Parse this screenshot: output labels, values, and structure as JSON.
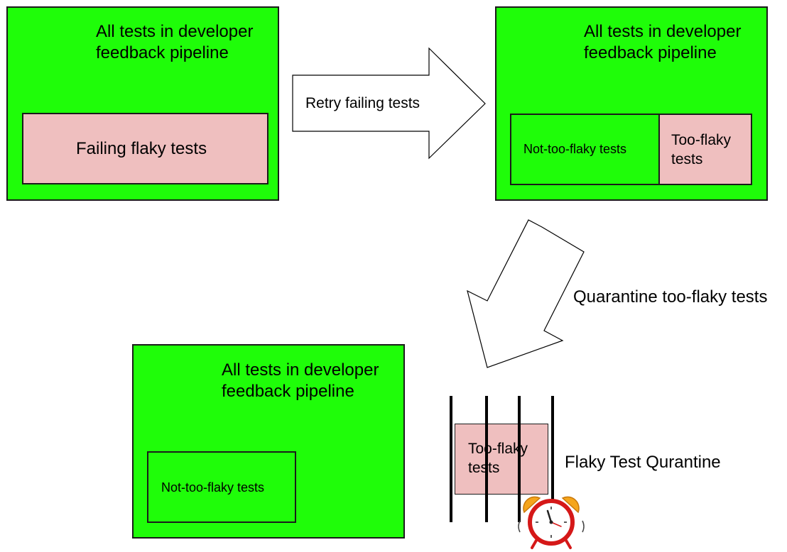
{
  "colors": {
    "pipeline_bg": "#1ffd09",
    "flaky_bg": "#efbfbf",
    "border": "#1a1a1a"
  },
  "panel1": {
    "title_line1": "All tests in developer",
    "title_line2": "feedback pipeline",
    "failing_label": "Failing flaky tests"
  },
  "arrow1": {
    "label": "Retry failing tests"
  },
  "panel2": {
    "title_line1": "All tests in developer",
    "title_line2": "feedback pipeline",
    "not_too_flaky_label": "Not-too-flaky tests",
    "too_flaky_line1": "Too-flaky",
    "too_flaky_line2": "tests"
  },
  "arrow2": {
    "label": "Quarantine too-flaky tests"
  },
  "panel3": {
    "title_line1": "All tests in developer",
    "title_line2": "feedback pipeline",
    "not_too_flaky_label": "Not-too-flaky tests"
  },
  "quarantine": {
    "too_flaky_line1": "Too-flaky",
    "too_flaky_line2": "tests",
    "label": "Flaky Test Qurantine",
    "icon": "alarm-clock-icon"
  }
}
